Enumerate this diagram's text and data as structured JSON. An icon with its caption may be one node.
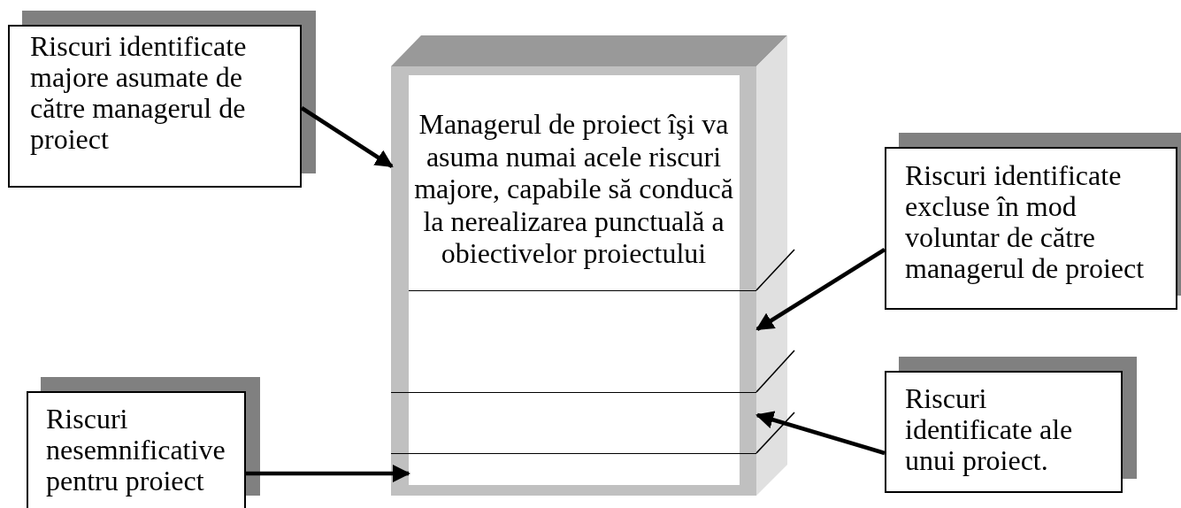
{
  "diagram": {
    "nodes": [
      {
        "text": [
          "Riscuri identificate majore asumate de către managerul de proiect"
        ]
      },
      {
        "text": [],
        "shape": "box"
      },
      {
        "text": [
          "Managerul de proiect îşi va asuma numai acele riscuri majore, capabile să conducă la nerealizarea punctuală a obiectivelor proiectului"
        ],
        "in": 1
      },
      {
        "text": [],
        "shape": "box",
        "in": 1
      },
      {
        "text": [],
        "shape": "box",
        "in": 1
      },
      {
        "text": [],
        "shape": "box",
        "in": 1
      },
      {
        "text": [
          "Riscuri identificate excluse în mod voluntar de către managerul de proiect"
        ]
      },
      {
        "text": [
          "Riscuri identificate ale unui proiect."
        ]
      },
      {
        "text": [
          "Riscuri nesemnificative pentru proiect"
        ]
      }
    ],
    "edges": [
      {
        "from": 0,
        "to": 2,
        "arrow": "to"
      },
      {
        "from": 6,
        "to": 3,
        "arrow": "to"
      },
      {
        "from": 7,
        "to": 4,
        "arrow": "to"
      },
      {
        "from": 8,
        "to": 5,
        "arrow": "to"
      }
    ]
  }
}
